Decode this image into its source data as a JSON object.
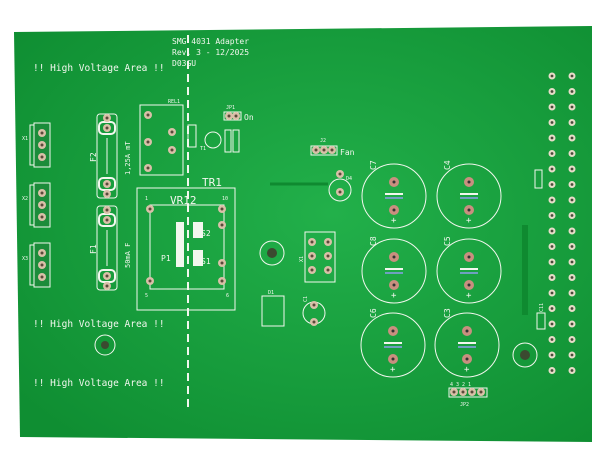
{
  "board": {
    "title_lines": [
      "SMG 4031 Adapter",
      "Rev. 3 - 12/2025",
      "D03GU"
    ],
    "warning": "!! High Voltage Area !!",
    "labels": {
      "rel": "REL1",
      "jp1": "JP1",
      "jp1_on": "On",
      "j2": "J2",
      "fan": "Fan",
      "tr1": "TR1",
      "vr12": "VR12",
      "p1": "P1",
      "s1": "S1",
      "s2": "S2",
      "pin1": "1",
      "pin10": "10",
      "pin5": "5",
      "pin6": "6",
      "f1": "F1",
      "f1_rating": "50mA F",
      "f2": "F2",
      "f2_rating": "1,25A mT",
      "x1": "X1",
      "x2": "X2",
      "x3": "X3",
      "x_conn": "X1",
      "c1": "C1",
      "c3": "C3",
      "c4": "C4",
      "c5": "C5",
      "c6": "C6",
      "c7": "C7",
      "c8": "C8",
      "c11": "C11",
      "d1": "D1",
      "d4": "D4",
      "jp2": "JP2",
      "jp2_pins": "4 3 2 1",
      "t1": "T1"
    },
    "colors": {
      "pcb": "#16a03c",
      "silk": "#f2f7ee",
      "pad": "#c9a08a",
      "background": "#ffffff"
    }
  }
}
